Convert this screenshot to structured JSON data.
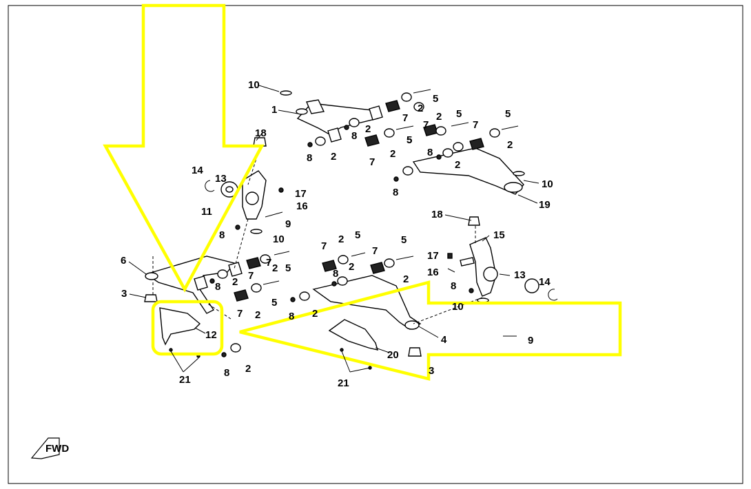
{
  "diagram": {
    "title": "",
    "fwd_label": "FWD",
    "highlight_color": "#ffff00",
    "callouts": [
      {
        "id": "c10a",
        "text": "10"
      },
      {
        "id": "c1",
        "text": "1"
      },
      {
        "id": "c5a",
        "text": "5"
      },
      {
        "id": "c2a",
        "text": "2"
      },
      {
        "id": "c7a",
        "text": "7"
      },
      {
        "id": "c2b",
        "text": "2"
      },
      {
        "id": "c5b",
        "text": "5"
      },
      {
        "id": "c8a",
        "text": "8"
      },
      {
        "id": "c2c",
        "text": "2"
      },
      {
        "id": "c7b",
        "text": "7"
      },
      {
        "id": "c2d",
        "text": "2"
      },
      {
        "id": "c5c",
        "text": "5"
      },
      {
        "id": "c8b",
        "text": "8"
      },
      {
        "id": "c7c",
        "text": "7"
      },
      {
        "id": "c2e",
        "text": "2"
      },
      {
        "id": "c5d",
        "text": "5"
      },
      {
        "id": "c7d",
        "text": "7"
      },
      {
        "id": "c5e",
        "text": "5"
      },
      {
        "id": "c2f",
        "text": "2"
      },
      {
        "id": "c8c",
        "text": "8"
      },
      {
        "id": "c2g",
        "text": "2"
      },
      {
        "id": "c8d",
        "text": "8"
      },
      {
        "id": "c10b",
        "text": "10"
      },
      {
        "id": "c19",
        "text": "19"
      },
      {
        "id": "c18a",
        "text": "18"
      },
      {
        "id": "c14a",
        "text": "14"
      },
      {
        "id": "c13a",
        "text": "13"
      },
      {
        "id": "c17a",
        "text": "17"
      },
      {
        "id": "c16a",
        "text": "16"
      },
      {
        "id": "c11",
        "text": "11"
      },
      {
        "id": "c9a",
        "text": "9"
      },
      {
        "id": "c8e",
        "text": "8"
      },
      {
        "id": "c10c",
        "text": "10"
      },
      {
        "id": "c6",
        "text": "6"
      },
      {
        "id": "c7e",
        "text": "7"
      },
      {
        "id": "c2h",
        "text": "2"
      },
      {
        "id": "c5f",
        "text": "5"
      },
      {
        "id": "c8f",
        "text": "8"
      },
      {
        "id": "c2i",
        "text": "2"
      },
      {
        "id": "c7f",
        "text": "7"
      },
      {
        "id": "c3a",
        "text": "3"
      },
      {
        "id": "c7g",
        "text": "7"
      },
      {
        "id": "c2j",
        "text": "2"
      },
      {
        "id": "c5g",
        "text": "5"
      },
      {
        "id": "c12",
        "text": "12"
      },
      {
        "id": "c8g",
        "text": "8"
      },
      {
        "id": "c2k",
        "text": "2"
      },
      {
        "id": "c21a",
        "text": "21"
      },
      {
        "id": "c7h",
        "text": "7"
      },
      {
        "id": "c2l",
        "text": "2"
      },
      {
        "id": "c5h",
        "text": "5"
      },
      {
        "id": "c7i",
        "text": "7"
      },
      {
        "id": "c5i",
        "text": "5"
      },
      {
        "id": "c8h",
        "text": "8"
      },
      {
        "id": "c2m",
        "text": "2"
      },
      {
        "id": "c2n",
        "text": "2"
      },
      {
        "id": "c8i",
        "text": "8"
      },
      {
        "id": "c2o",
        "text": "2"
      },
      {
        "id": "c18b",
        "text": "18"
      },
      {
        "id": "c15",
        "text": "15"
      },
      {
        "id": "c17b",
        "text": "17"
      },
      {
        "id": "c16b",
        "text": "16"
      },
      {
        "id": "c13b",
        "text": "13"
      },
      {
        "id": "c14b",
        "text": "14"
      },
      {
        "id": "c8j",
        "text": "8"
      },
      {
        "id": "c10d",
        "text": "10"
      },
      {
        "id": "c4",
        "text": "4"
      },
      {
        "id": "c9b",
        "text": "9"
      },
      {
        "id": "c20",
        "text": "20"
      },
      {
        "id": "c3b",
        "text": "3"
      },
      {
        "id": "c21b",
        "text": "21"
      }
    ]
  }
}
